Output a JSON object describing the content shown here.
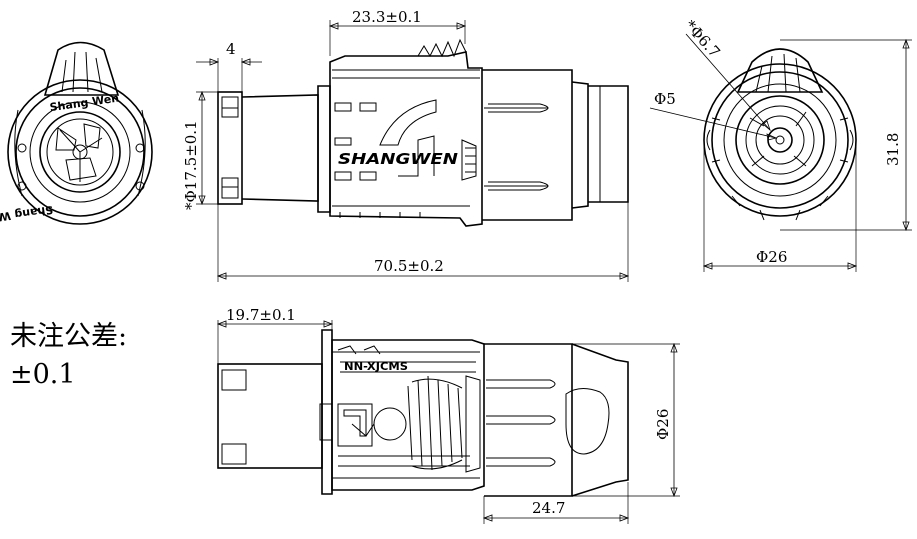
{
  "dimensions": {
    "top_width": "23.3±0.1",
    "flange": "4",
    "cable_dia": "*Φ17.5±0.1",
    "total_length": "70.5±0.2",
    "pin_dia_top": "*Φ6.7",
    "pin_dia_5": "Φ5",
    "end_height": "31.8",
    "end_dia": "Φ26",
    "lower_width": "19.7±0.1",
    "nut_dia": "Φ26",
    "nut_length": "24.7"
  },
  "labels": {
    "brand": "SHANGWEN",
    "ring_top": "Shang Wen",
    "ring_bottom": "Shang Wen",
    "model": "NN-XJCMS"
  },
  "tolerance_note": {
    "line1": "未注公差:",
    "line2": "±0.1"
  }
}
